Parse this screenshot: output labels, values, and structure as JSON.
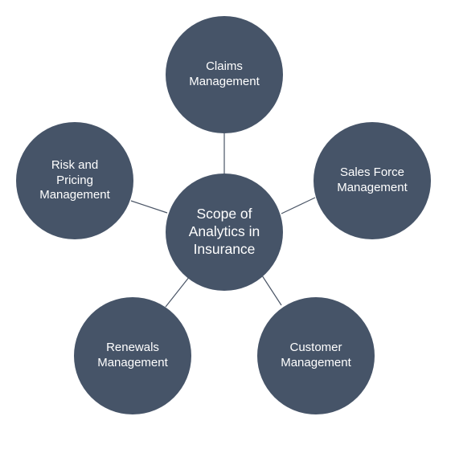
{
  "diagram": {
    "center": {
      "label": "Scope of\nAnalytics in\nInsurance"
    },
    "nodes": {
      "claims": {
        "label": "Claims\nManagement"
      },
      "sales": {
        "label": "Sales Force\nManagement"
      },
      "customer": {
        "label": "Customer\nManagement"
      },
      "renewals": {
        "label": "Renewals\nManagement"
      },
      "risk": {
        "label": "Risk and\nPricing\nManagement"
      }
    }
  },
  "colors": {
    "node_fill": "#465468",
    "connector": "#4a5566",
    "text": "#ffffff"
  }
}
